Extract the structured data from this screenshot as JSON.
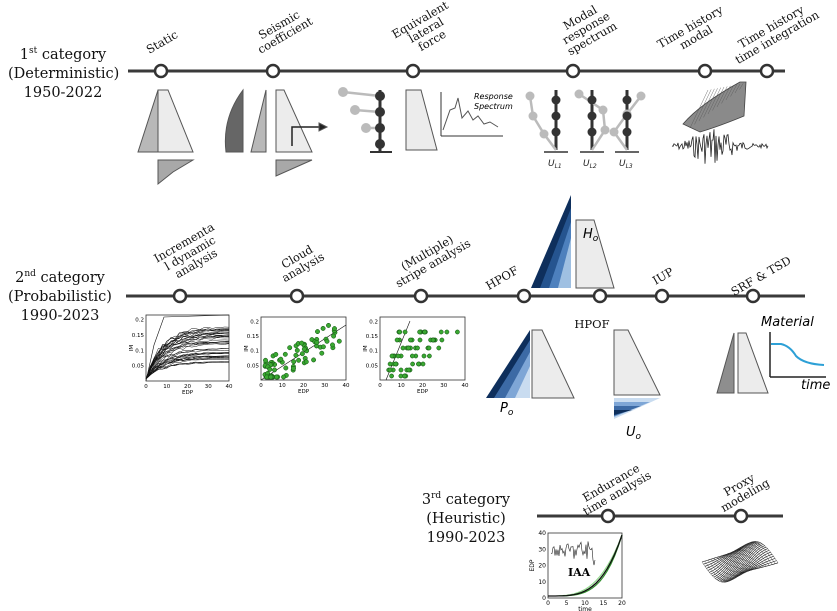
{
  "categories": [
    {
      "label": "1st category",
      "sup": "st",
      "num": "1",
      "rest": " category",
      "sub1": "(Deterministic)",
      "years": "1950-2022"
    },
    {
      "label": "2nd category",
      "sup": "nd",
      "num": "2",
      "rest": " category",
      "sub1": "(Probabilistic)",
      "years": "1990-2023"
    },
    {
      "label": "3rd category",
      "sup": "rd",
      "num": "3",
      "rest": " category",
      "sub1": "(Heuristic)",
      "years": "1990-2023"
    }
  ],
  "methods_row1": [
    {
      "line1": "Static",
      "line2": "",
      "line3": ""
    },
    {
      "line1": "Seismic",
      "line2": "coefficient",
      "line3": ""
    },
    {
      "line1": "Equivalent",
      "line2": "lateral",
      "line3": "force"
    },
    {
      "line1": "Modal",
      "line2": "response",
      "line3": "spectrum"
    },
    {
      "line1": "Time history",
      "line2": "modal",
      "line3": ""
    },
    {
      "line1": "Time history",
      "line2": "time integration",
      "line3": ""
    }
  ],
  "methods_row2": [
    {
      "line1": "Incrementa",
      "line2": "l dynamic",
      "line3": "analysis"
    },
    {
      "line1": "Cloud",
      "line2": "analysis",
      "line3": ""
    },
    {
      "line1": "(Multiple)",
      "line2": "stripe analysis",
      "line3": ""
    },
    {
      "line1": "HPOF",
      "line2": "",
      "line3": ""
    },
    {
      "line1": "HPOF",
      "line2": "",
      "line3": ""
    },
    {
      "line1": "IUP",
      "line2": "",
      "line3": ""
    },
    {
      "line1": "SRF & TSD",
      "line2": "",
      "line3": ""
    }
  ],
  "methods_row3": [
    {
      "line1": "Endurance",
      "line2": "time analysis"
    },
    {
      "line1": "Proxy",
      "line2": "modeling"
    }
  ],
  "annotations": {
    "response_spectrum_1": "Response",
    "response_spectrum_2": "Spectrum",
    "ul1": "U",
    "ul1_sub": "L1",
    "ul2": "U",
    "ul2_sub": "L2",
    "ul3": "U",
    "ul3_sub": "L3",
    "ho": "H",
    "ho_sub": "o",
    "po": "P",
    "po_sub": "o",
    "uo": "U",
    "uo_sub": "o",
    "material": "Material",
    "time": "time",
    "iaa": "IAA",
    "edp": "EDP",
    "im": "IM",
    "time_axis": "time"
  },
  "plot_ticks": {
    "x": [
      "0",
      "10",
      "20",
      "30",
      "40"
    ],
    "y_ida": [
      "0.05",
      "0.1",
      "0.15",
      "0.2"
    ],
    "y_cloud": [
      "0.05",
      "0.1",
      "0.15",
      "0.2"
    ],
    "y_stripe": [
      "0.05",
      "0.1",
      "0.15",
      "0.2"
    ],
    "eta_x": [
      "0",
      "5",
      "10",
      "15",
      "20"
    ],
    "eta_y": [
      "0",
      "10",
      "20",
      "30",
      "40"
    ]
  }
}
